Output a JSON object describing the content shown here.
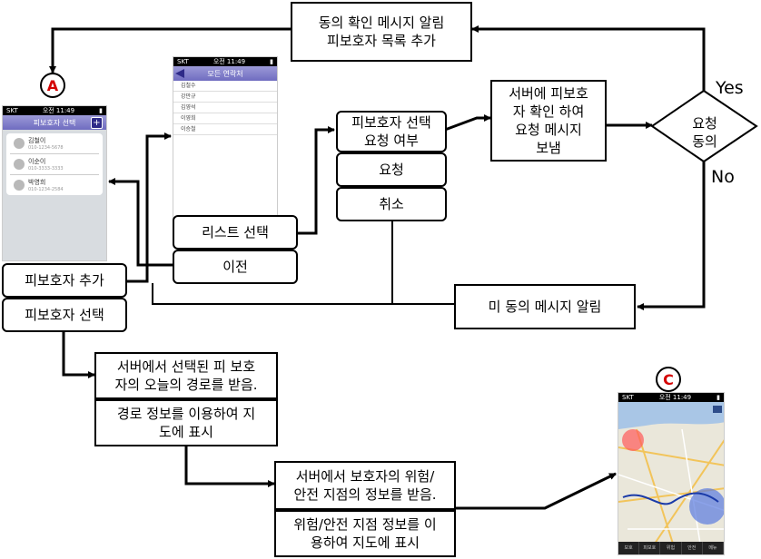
{
  "boxes": {
    "consent_alert": "동의 확인 메시지 알림\n피보호자 목록 추가",
    "select_request": "피보호자 선택\n요청 여부",
    "request": "요청",
    "cancel": "취소",
    "server_send": "서버에 피보호\n자 확인 하여\n요청 메시지\n보냄",
    "consent_decision": "요청\n동의",
    "list_select": "리스트 선택",
    "previous": "이전",
    "add_protectee": "피보호자 추가",
    "select_protectee": "피보호자 선택",
    "no_consent_alert": "미 동의 메시지 알림",
    "server_route": "서버에서 선택된 피 보호\n자의 오늘의 경로를 받음.",
    "route_map": "경로 정보를 이용하여 지\n도에 표시",
    "server_danger": "서버에서 보호자의 위험/\n안전 지점의 정보를 받음.",
    "danger_map": "위험/안전 지점 정보를 이\n용하여 지도에 표시"
  },
  "labels": {
    "yes": "Yes",
    "no": "No",
    "marker_a": "A",
    "marker_c": "C"
  },
  "phone_a": {
    "carrier": "SKT",
    "time": "오전 11:49",
    "title": "피보호자 선택",
    "plus": "+",
    "contacts": [
      {
        "name": "김철이",
        "number": "010-1234-5678"
      },
      {
        "name": "이순이",
        "number": "010-3333-3333"
      },
      {
        "name": "박영희",
        "number": "010-1234-2584"
      }
    ]
  },
  "phone_b": {
    "carrier": "SKT",
    "time": "오전 11:49",
    "title": "모든 연락처",
    "items": [
      "김철수",
      "강만규",
      "김영석",
      "이영희",
      "이승철"
    ]
  },
  "phone_c": {
    "carrier": "SKT",
    "time": "오전 11:49",
    "tabs": [
      "보호",
      "피보호",
      "위험",
      "안전",
      "메뉴"
    ]
  }
}
